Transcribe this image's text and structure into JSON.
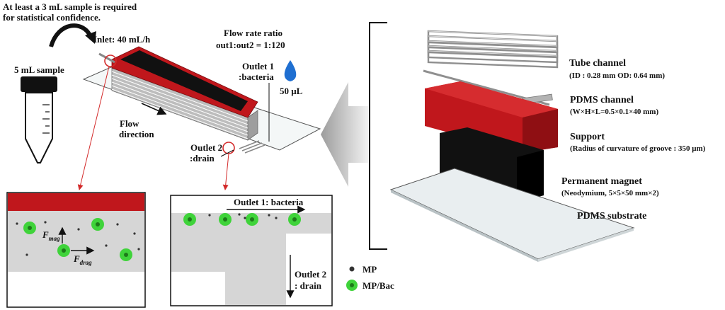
{
  "left": {
    "requirement_line1": "At least a 3 mL sample is required",
    "requirement_line2": "for statistical confidence.",
    "sample_label": "5 mL sample",
    "inlet_label": "Inlet: 40 mL/h",
    "flow_ratio_line1": "Flow rate ratio",
    "flow_ratio_line2": "out1:out2 = 1:120",
    "outlet1_line1": "Outlet 1",
    "outlet1_line2": ":bacteria",
    "volume_label": "50 μL",
    "flow_direction_line1": "Flow",
    "flow_direction_line2": "direction",
    "outlet2_line1": "Outlet 2",
    "outlet2_line2": ":drain"
  },
  "inset_left": {
    "force_mag": "F",
    "force_mag_sub": "mag",
    "force_drag": "F",
    "force_drag_sub": "drag"
  },
  "inset_right": {
    "outlet1_label": "Outlet 1: bacteria",
    "outlet2_line1": "Outlet 2",
    "outlet2_line2": ": drain"
  },
  "legend": {
    "mp": "MP",
    "mp_bac": "MP/Bac"
  },
  "exploded": {
    "tube_title": "Tube channel",
    "tube_detail": "(ID : 0.28 mm OD: 0.64 mm)",
    "pdms_channel_title": "PDMS channel",
    "pdms_channel_detail": "(W×H×L=0.5×0.1×40 mm)",
    "support_title": "Support",
    "support_detail": "(Radius of curvature of groove : 350 μm)",
    "magnet_title": "Permanent magnet",
    "magnet_detail": "(Neodymium, 5×5×50 mm×2)",
    "substrate_title": "PDMS substrate"
  },
  "colors": {
    "red": "#c0171c",
    "black": "#111111",
    "green": "#3fd33a",
    "gray_channel": "#d6d6d6",
    "drop_blue": "#1f6fd1"
  }
}
